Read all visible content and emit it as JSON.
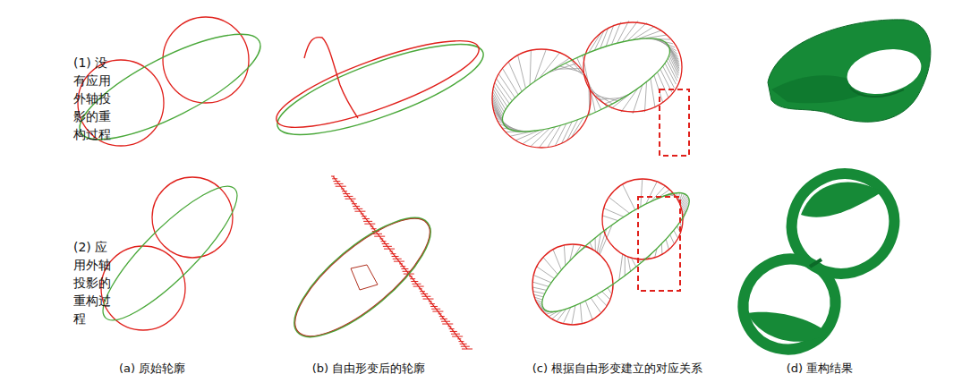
{
  "diagram": {
    "labels": [
      "(1) 没有应用外轴投影的重构过程",
      "(2) 应用外轴投影的重构过程",
      "(a) 原始轮廓",
      "(b) 自由形变后的轮廓",
      "(c) 根据自由形变建立的对应关系",
      "(d) 重构结果"
    ]
  }
}
